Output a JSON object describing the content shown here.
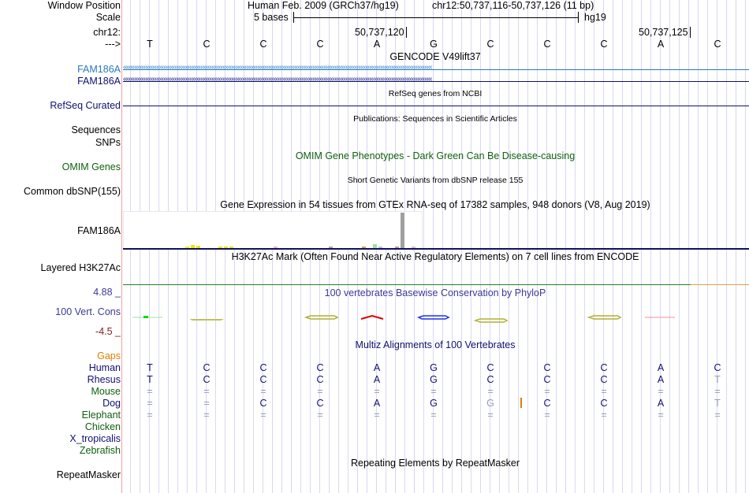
{
  "header": {
    "window_position_label": "Window Position",
    "assembly": "Human Feb. 2009 (GRCh37/hg19)",
    "position": "chr12:50,737,116-50,737,126 (11 bp)",
    "scale_label": "Scale",
    "scale_text": "5 bases",
    "scale_db": "hg19",
    "chrom_label": "chr12:",
    "tick1": "50,737,120",
    "tick2": "50,737,125",
    "strand_label": "--->",
    "bases": [
      "T",
      "C",
      "C",
      "C",
      "A",
      "G",
      "C",
      "C",
      "C",
      "A",
      "C"
    ]
  },
  "tracks": {
    "gencode": {
      "title": "GENCODE V49lift37",
      "genes": [
        "FAM186A",
        "FAM186A"
      ]
    },
    "refseq": {
      "title": "RefSeq genes from NCBI",
      "label": "RefSeq Curated"
    },
    "pubs": {
      "title": "Publications: Sequences in Scientific Articles",
      "label1": "Sequences",
      "label2": "SNPs"
    },
    "omim": {
      "title": "OMIM Gene Phenotypes - Dark Green Can Be Disease-causing",
      "label": "OMIM Genes"
    },
    "dbsnp": {
      "title": "Short Genetic Variants from dbSNP release 155",
      "label": "Common dbSNP(155)"
    },
    "gtex": {
      "title": "Gene Expression in 54 tissues from GTEx RNA-seq of 17382 samples, 948 donors (V8, Aug 2019)",
      "label": "FAM186A",
      "values": [
        1,
        1,
        1,
        0,
        1,
        1,
        0,
        1,
        1,
        1,
        1,
        2,
        4,
        3,
        1,
        1,
        1,
        2,
        2,
        2,
        1,
        1,
        1,
        1,
        1,
        1,
        1,
        2,
        1,
        1,
        1,
        0,
        1,
        1,
        0,
        0,
        1,
        2,
        1,
        1,
        1,
        0,
        1,
        2,
        1,
        5,
        2,
        0,
        1,
        2,
        36,
        1,
        2,
        1
      ],
      "colors": [
        "#e8a060",
        "#e07030",
        "#60a060",
        "#a0c0a0",
        "#e04040",
        "#d0b0a0",
        "#c0a090",
        "#e0e040",
        "#e0e040",
        "#e8e840",
        "#e8e800",
        "#f0f000",
        "#e8e800",
        "#e8e800",
        "#e0e040",
        "#e0e040",
        "#e0e040",
        "#e8e800",
        "#e8e800",
        "#e8e800",
        "#e0e040",
        "#e0e040",
        "#40b0b0",
        "#e090e0",
        "#90b0e0",
        "#e0c0c0",
        "#e0c0c0",
        "#e0c0c0",
        "#c0a090",
        "#c0a090",
        "#a08070",
        "#d0d0d0",
        "#c0a090",
        "#e0c0c0",
        "#d0d0d0",
        "#c0a090",
        "#c0a090",
        "#c0a090",
        "#c0a090",
        "#a0c060",
        "#a0c060",
        "#e0e040",
        "#f0b0c0",
        "#e0a040",
        "#a0e0a0",
        "#a0e0a0",
        "#c0c0e0",
        "#d0d0d0",
        "#d0b0a0",
        "#c0a090",
        "#a0a0a0",
        "#208040",
        "#e0c0c0",
        "#e0c0c0"
      ]
    },
    "h3k27ac": {
      "title": "H3K27Ac Mark (Often Found Near Active Regulatory Elements) on 7 cell lines from ENCODE",
      "label": "Layered H3K27Ac"
    },
    "phylop": {
      "title": "100 vertebrates Basewise Conservation by PhyloP",
      "label": "100 Vert. Cons",
      "max": "4.88 _",
      "min": "-4.5 _",
      "color": "#3a3a9a"
    },
    "multiz": {
      "title": "Multiz Alignments of 100 Vertebrates",
      "gaps_label": "Gaps",
      "species": [
        {
          "name": "Human",
          "color": "#101070",
          "bases": [
            "T",
            "C",
            "C",
            "C",
            "A",
            "G",
            "C",
            "C",
            "C",
            "A",
            "C"
          ],
          "dim": []
        },
        {
          "name": "Rhesus",
          "color": "#101070",
          "bases": [
            "T",
            "C",
            "C",
            "C",
            "A",
            "G",
            "C",
            "C",
            "C",
            "A",
            "T"
          ],
          "dim": [
            10
          ]
        },
        {
          "name": "Mouse",
          "color": "#106010",
          "bases": [
            "=",
            "=",
            "=",
            "=",
            "=",
            "=",
            "=",
            "=",
            "=",
            "=",
            "="
          ],
          "dim": [
            0,
            1,
            2,
            3,
            4,
            5,
            6,
            7,
            8,
            9,
            10
          ]
        },
        {
          "name": "Dog",
          "color": "#101070",
          "bases": [
            "=",
            "=",
            "C",
            "C",
            "A",
            "G",
            "G",
            "C",
            "C",
            "A",
            "T"
          ],
          "dim": [
            0,
            1,
            6,
            10
          ]
        },
        {
          "name": "Elephant",
          "color": "#106010",
          "bases": [
            "=",
            "=",
            "=",
            "=",
            "=",
            "=",
            "=",
            "=",
            "=",
            "=",
            "="
          ],
          "dim": [
            0,
            1,
            2,
            3,
            4,
            5,
            6,
            7,
            8,
            9,
            10
          ]
        },
        {
          "name": "Chicken",
          "color": "#106010",
          "bases": [],
          "dim": []
        },
        {
          "name": "X_tropicalis",
          "color": "#101070",
          "bases": [],
          "dim": []
        },
        {
          "name": "Zebrafish",
          "color": "#106010",
          "bases": [],
          "dim": []
        }
      ]
    },
    "rmsk": {
      "title": "Repeating Elements by RepeatMasker",
      "label": "RepeatMasker"
    }
  }
}
